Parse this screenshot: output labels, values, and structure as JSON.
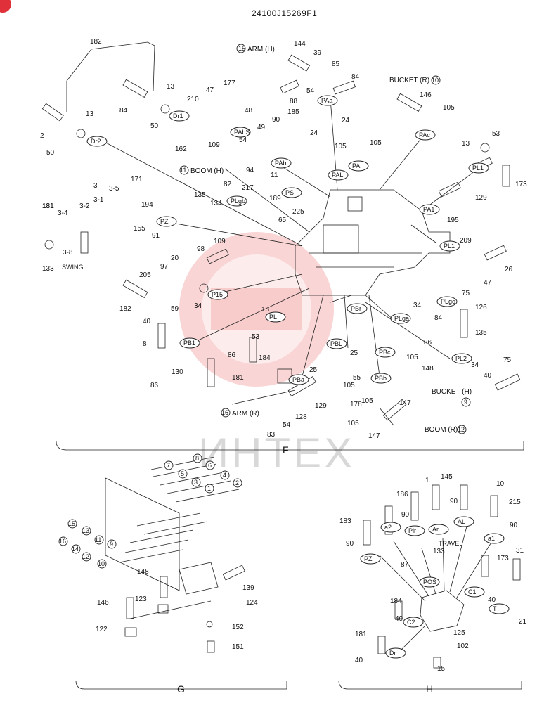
{
  "header": {
    "doc_code": "24100J15269F1"
  },
  "watermark": {
    "text": "ИНТЕХ"
  },
  "sections": {
    "main": "F",
    "left": "G",
    "right": "H"
  },
  "ports_main": [
    "Dr2",
    "Dr1",
    "PAbS",
    "PAb",
    "PAa",
    "PAL",
    "PAr",
    "PAc",
    "PL1",
    "PA1",
    "PS",
    "PLgb",
    "PZ",
    "P15",
    "PL",
    "PL1",
    "PB1",
    "PBr",
    "PLgc",
    "PLga",
    "PBL",
    "PBc",
    "PBa",
    "PBb",
    "PL2"
  ],
  "labels_main": {
    "arm_h": "ARM (H)",
    "arm_h_num": "15",
    "bucket_r": "BUCKET (R)",
    "bucket_r_num": "10",
    "boom_h": "BOOM (H)",
    "boom_h_num": "11",
    "arm_r": "ARM (R)",
    "arm_r_num": "16",
    "bucket_h": "BUCKET (H)",
    "bucket_h_num": "9",
    "boom_r": "BOOM (R)",
    "boom_r_num": "12",
    "swing": "SWING",
    "travel": "TRAVEL"
  },
  "parts_main": [
    "182",
    "2",
    "13",
    "50",
    "84",
    "50",
    "13",
    "47",
    "177",
    "210",
    "48",
    "162",
    "109",
    "144",
    "39",
    "85",
    "84",
    "54",
    "88",
    "146",
    "105",
    "90",
    "185",
    "24",
    "24",
    "105",
    "105",
    "49",
    "54",
    "53",
    "13",
    "82",
    "94",
    "189",
    "217",
    "135",
    "134",
    "11",
    "171",
    "194",
    "3",
    "3-5",
    "3-1",
    "3-2",
    "3-4",
    "181",
    "155",
    "91",
    "98",
    "109",
    "20",
    "225",
    "65",
    "209",
    "26",
    "47",
    "75",
    "129",
    "173",
    "195",
    "181",
    "133",
    "3-8",
    "97",
    "205",
    "59",
    "182",
    "40",
    "34",
    "8",
    "13",
    "86",
    "53",
    "130",
    "86",
    "184",
    "181",
    "126",
    "135",
    "34",
    "84",
    "86",
    "105",
    "148",
    "25",
    "25",
    "105",
    "55",
    "105",
    "34",
    "40",
    "75",
    "129",
    "178",
    "128",
    "54",
    "83",
    "147",
    "105",
    "147"
  ],
  "parts_g": [
    "7",
    "8",
    "5",
    "6",
    "3",
    "4",
    "1",
    "2",
    "15",
    "13",
    "16",
    "11",
    "14",
    "9",
    "12",
    "10",
    "148",
    "139",
    "146",
    "123",
    "124",
    "122",
    "152",
    "151"
  ],
  "ports_h": [
    "a2",
    "PZ",
    "Pir",
    "Ar",
    "AL",
    "a1",
    "POS",
    "C1",
    "T",
    "C2",
    "Dr"
  ],
  "parts_h": [
    "145",
    "1",
    "10",
    "186",
    "90",
    "90",
    "215",
    "183",
    "90",
    "90",
    "133",
    "87",
    "173",
    "31",
    "40",
    "21",
    "184",
    "40",
    "125",
    "181",
    "102",
    "40",
    "15"
  ]
}
